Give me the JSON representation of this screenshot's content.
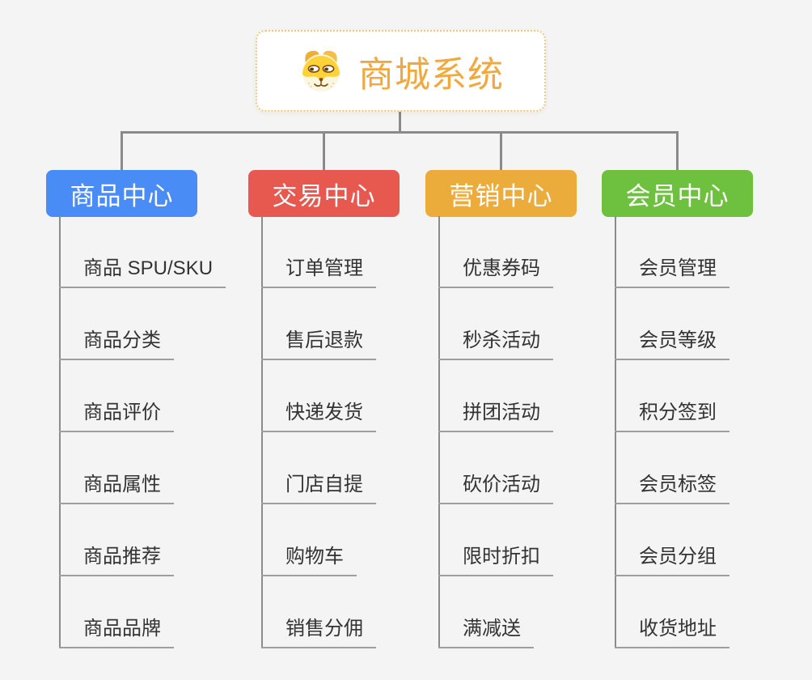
{
  "root": {
    "title": "商城系统",
    "icon": "dog-face-icon"
  },
  "branches": [
    {
      "label": "商品中心",
      "color": "#4A8CF5",
      "items": [
        "商品 SPU/SKU",
        "商品分类",
        "商品评价",
        "商品属性",
        "商品推荐",
        "商品品牌"
      ]
    },
    {
      "label": "交易中心",
      "color": "#E7584F",
      "items": [
        "订单管理",
        "售后退款",
        "快递发货",
        "门店自提",
        "购物车",
        "销售分佣"
      ]
    },
    {
      "label": "营销中心",
      "color": "#ECAC3C",
      "items": [
        "优惠券码",
        "秒杀活动",
        "拼团活动",
        "砍价活动",
        "限时折扣",
        "满减送"
      ]
    },
    {
      "label": "会员中心",
      "color": "#6EC13F",
      "items": [
        "会员管理",
        "会员等级",
        "积分签到",
        "会员标签",
        "会员分组",
        "收货地址"
      ]
    }
  ],
  "colors": {
    "root_text": "#F0A940",
    "root_border": "#F3C777",
    "connector": "#8A8A8A",
    "child_text": "#333333",
    "background": "#F4F4F4"
  }
}
